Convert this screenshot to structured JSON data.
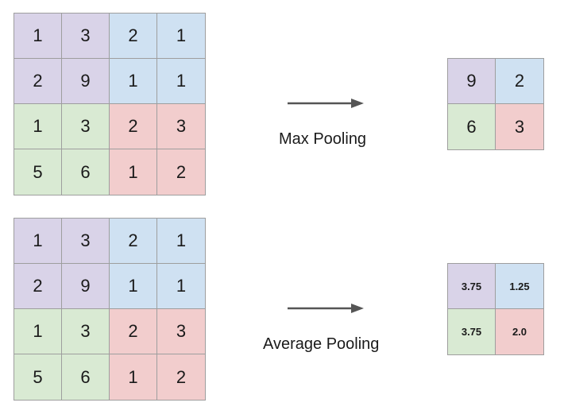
{
  "colors": {
    "purple": "#d9d3e8",
    "blue": "#cfe1f2",
    "green": "#d9ead3",
    "red": "#f2cdcd",
    "grid_line": "#9e9e9e",
    "arrow": "#555555"
  },
  "max_pooling": {
    "input": [
      [
        "1",
        "3",
        "2",
        "1"
      ],
      [
        "2",
        "9",
        "1",
        "1"
      ],
      [
        "1",
        "3",
        "2",
        "3"
      ],
      [
        "5",
        "6",
        "1",
        "2"
      ]
    ],
    "label": "Max Pooling",
    "output": [
      [
        "9",
        "2"
      ],
      [
        "6",
        "3"
      ]
    ]
  },
  "average_pooling": {
    "input": [
      [
        "1",
        "3",
        "2",
        "1"
      ],
      [
        "2",
        "9",
        "1",
        "1"
      ],
      [
        "1",
        "3",
        "2",
        "3"
      ],
      [
        "5",
        "6",
        "1",
        "2"
      ]
    ],
    "label": "Average Pooling",
    "output": [
      [
        "3.75",
        "1.25"
      ],
      [
        "3.75",
        "2.0"
      ]
    ]
  }
}
